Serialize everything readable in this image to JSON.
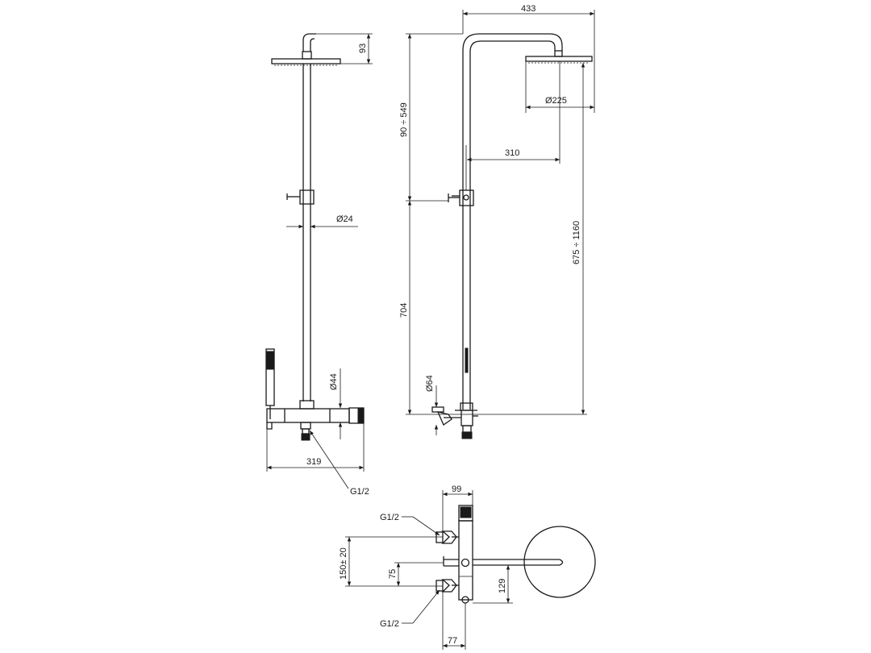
{
  "side_view": {
    "head_drop": "93",
    "pipe_diameter": "Ø24",
    "mixer_diameter": "Ø44",
    "mixer_width": "319",
    "inlet_thread": "G1/2"
  },
  "front_view": {
    "total_width": "433",
    "head_diameter": "Ø225",
    "arm_reach": "310",
    "upper_adjust": "90 ÷ 549",
    "lower_length": "704",
    "total_height": "675 ÷ 1160",
    "flange_diameter": "Ø64"
  },
  "top_view": {
    "depth": "99",
    "inlet_top": "G1/2",
    "inlet_bottom": "G1/2",
    "centres": "150± 20",
    "offset": "75",
    "arm_height": "129",
    "base_depth": "77"
  }
}
